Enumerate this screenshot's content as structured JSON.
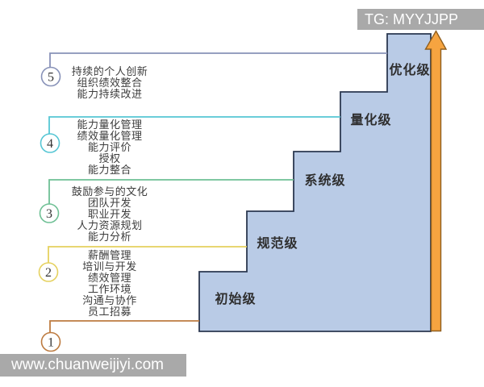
{
  "watermarks": {
    "top": "TG: MYYJJPP",
    "bottom": "www.chuanweijiyi.com"
  },
  "palette": {
    "staircase_fill": "#b9cbe6",
    "staircase_border": "#2b3850",
    "arrow_fill": "#f6a440",
    "arrow_border": "#8f5e1e",
    "watermark_bg": "#a9a9a9",
    "watermark_text": "#ffffff",
    "list_text": "#3c3c3c",
    "step_label_text": "#2e2e2e",
    "circle_fill": "#ffffff"
  },
  "levels": [
    {
      "number": "5",
      "step_label": "优化级",
      "color": "#8892b8",
      "items": [
        "持续的个人创新",
        "组织绩效整合",
        "能力持续改进"
      ]
    },
    {
      "number": "4",
      "step_label": "量化级",
      "color": "#56c6d4",
      "items": [
        "能力量化管理",
        "绩效量化管理",
        "能力评价",
        "授权",
        "能力整合"
      ]
    },
    {
      "number": "3",
      "step_label": "系统级",
      "color": "#6fc095",
      "items": [
        "鼓励参与的文化",
        "团队开发",
        "职业开发",
        "人力资源规划",
        "能力分析"
      ]
    },
    {
      "number": "2",
      "step_label": "规范级",
      "color": "#e5d15f",
      "items": [
        "薪酬管理",
        "培训与开发",
        "绩效管理",
        "工作环境",
        "沟通与协作",
        "员工招募"
      ]
    },
    {
      "number": "1",
      "step_label": "初始级",
      "color": "#bd7b40",
      "items": []
    }
  ]
}
